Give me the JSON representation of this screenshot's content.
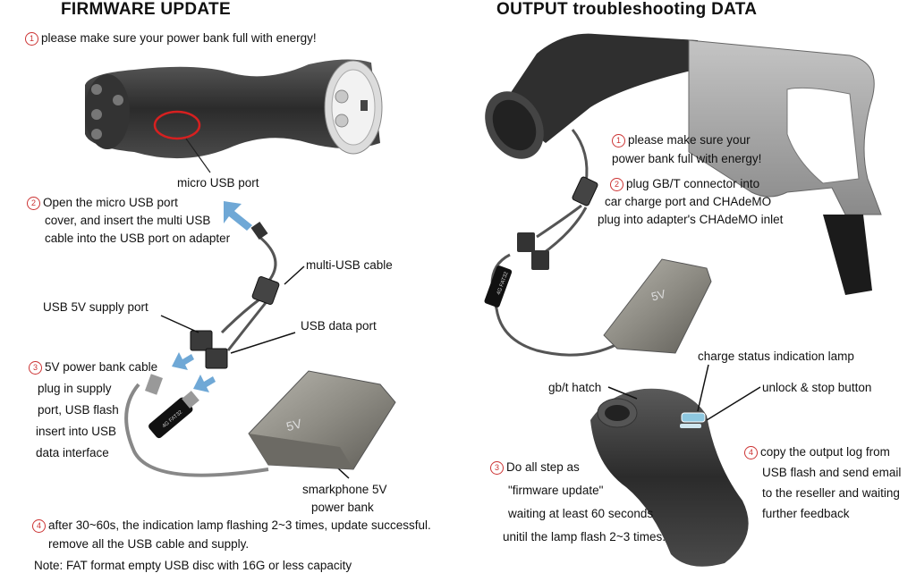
{
  "left": {
    "title": "FIRMWARE UPDATE",
    "steps": [
      {
        "n": "1",
        "lines": [
          "please make sure your power bank full with energy!"
        ]
      },
      {
        "n": "2",
        "lines": [
          "Open the micro USB port",
          "cover, and insert the multi USB",
          "cable into the USB port on adapter"
        ]
      },
      {
        "n": "3",
        "lines": [
          "5V power bank cable",
          "plug in supply",
          "port, USB flash",
          "insert into USB",
          "data interface"
        ]
      },
      {
        "n": "4",
        "lines": [
          "after 30~60s, the indication lamp flashing 2~3 times, update successful.",
          "remove all the USB cable and supply."
        ]
      }
    ],
    "labels": {
      "micro_usb_port": "micro USB port",
      "multi_usb_cable": "multi-USB cable",
      "usb_5v_supply": "USB 5V supply port",
      "usb_data_port": "USB data port",
      "power_bank": [
        "smarkphone 5V",
        "power bank"
      ],
      "power_bank_face": "5V",
      "flash_text": "4G FAT32"
    },
    "note": "Note: FAT format empty USB disc with 16G or less capacity"
  },
  "right": {
    "title": "OUTPUT troubleshooting DATA",
    "steps": [
      {
        "n": "1",
        "lines": [
          "please make sure your",
          "power bank full with energy!"
        ]
      },
      {
        "n": "2",
        "lines": [
          "plug GB/T connector into",
          "car charge port and CHAdeMO",
          "plug into adapter's CHAdeMO inlet"
        ]
      },
      {
        "n": "3",
        "lines": [
          "Do all step as",
          "\"firmware update\"",
          "waiting at least 60 seconds",
          "unitil the lamp flash 2~3 times."
        ]
      },
      {
        "n": "4",
        "lines": [
          "copy the output log from",
          "USB flash and send email",
          "to the reseller and waiting",
          "further feedback"
        ]
      }
    ],
    "labels": {
      "charge_status_lamp": "charge status indication lamp",
      "unlock_stop": "unlock & stop button",
      "gbt_hatch": "gb/t hatch",
      "power_bank_face": "5V",
      "flash_text": "4G FAT32"
    }
  },
  "colors": {
    "arrow": "#6fa8d6",
    "circle": "#d62020",
    "body": "#3a3a3a",
    "handle": "#a8a8a8"
  }
}
